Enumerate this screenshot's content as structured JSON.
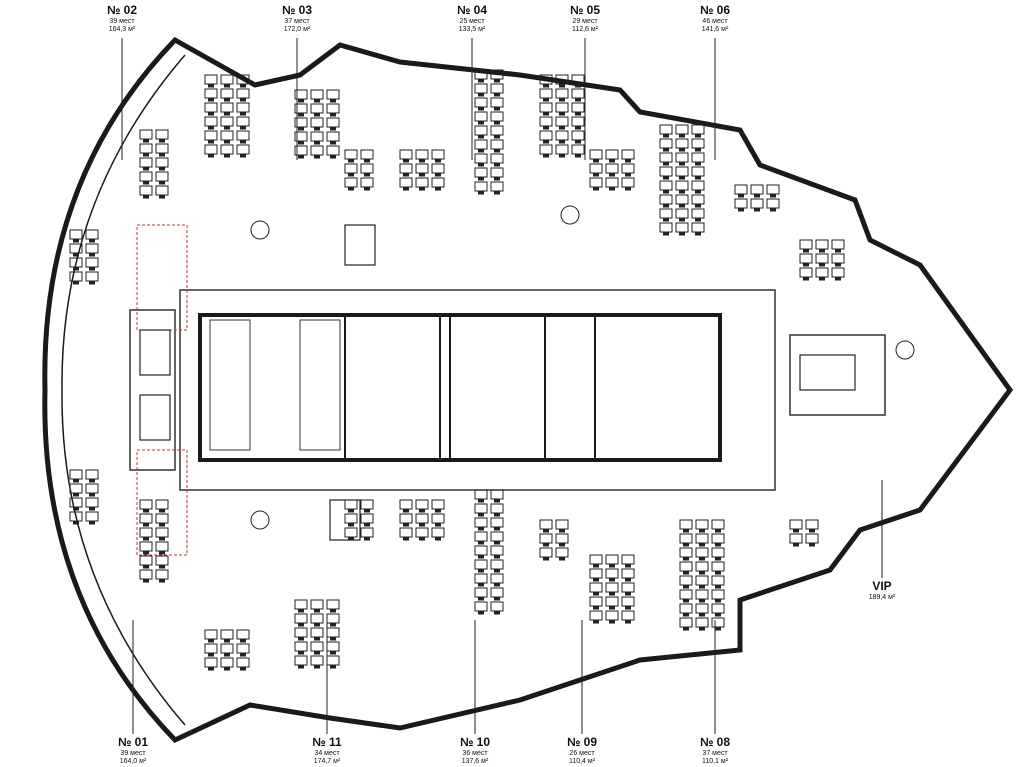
{
  "plan": {
    "colors": {
      "wall": "#1a1a1a",
      "line": "#333333",
      "boundary": "#c0392b",
      "background": "#ffffff"
    },
    "zones_top": [
      {
        "id": "№ 02",
        "seats": "39 мест",
        "area": "164,3 м²"
      },
      {
        "id": "№ 03",
        "seats": "37 мест",
        "area": "172,0 м²"
      },
      {
        "id": "№ 04",
        "seats": "25 мест",
        "area": "133,5 м²"
      },
      {
        "id": "№ 05",
        "seats": "29 мест",
        "area": "112,6 м²"
      },
      {
        "id": "№ 06",
        "seats": "46 мест",
        "area": "141,6 м²"
      }
    ],
    "zones_bottom": [
      {
        "id": "№ 01",
        "seats": "39 мест",
        "area": "164,0 м²"
      },
      {
        "id": "№ 11",
        "seats": "34 мест",
        "area": "174,7 м²"
      },
      {
        "id": "№ 10",
        "seats": "36 мест",
        "area": "137,6 м²"
      },
      {
        "id": "№ 09",
        "seats": "26 мест",
        "area": "110,4 м²"
      },
      {
        "id": "№ 08",
        "seats": "37 мест",
        "area": "110,1 м²"
      }
    ],
    "vip": {
      "id": "VIP",
      "area": "189,4 м²"
    }
  }
}
